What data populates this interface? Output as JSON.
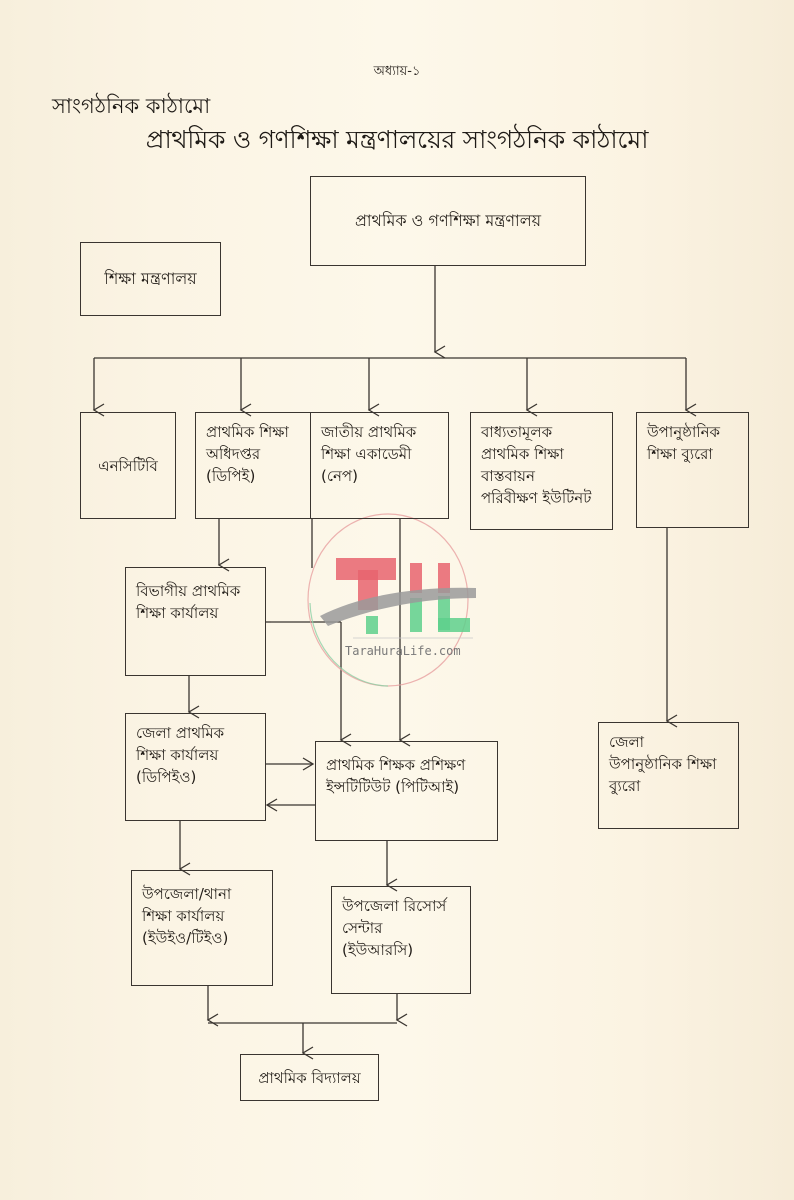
{
  "page": {
    "chapter": "অধ্যায়-১",
    "section_heading": "সাংগঠনিক কাঠামো",
    "diagram_title": "প্রাথমিক ও গণশিক্ষা মন্ত্রণালয়ের সাংগঠনিক কাঠামো"
  },
  "nodes": {
    "ministry_primary": {
      "lines": [
        "প্রাথমিক ও গণশিক্ষা মন্ত্রণালয়"
      ]
    },
    "ministry_education": {
      "lines": [
        "শিক্ষা মন্ত্রণালয়"
      ]
    },
    "nctb": {
      "lines": [
        "এনসিটিবি"
      ]
    },
    "dpe": {
      "lines": [
        "প্রাথমিক শিক্ষা",
        "অধিদপ্তর",
        "(ডিপিই)"
      ]
    },
    "nape": {
      "lines": [
        "জাতীয় প্রাথমিক",
        "শিক্ষা একাডেমী",
        "(নেপ)"
      ]
    },
    "compulsory": {
      "lines": [
        "বাধ্যতামূলক",
        "প্রাথমিক শিক্ষা",
        "বাস্তবায়ন",
        "পরিবীক্ষণ ইউটিনট"
      ]
    },
    "nfe_bureau": {
      "lines": [
        "উপানুষ্ঠানিক",
        "শিক্ষা ব্যুরো"
      ]
    },
    "divisional_office": {
      "lines": [
        "বিভাগীয় প্রাথমিক",
        "শিক্ষা কার্যালয়"
      ]
    },
    "district_office": {
      "lines": [
        "জেলা প্রাথমিক",
        "শিক্ষা কার্যালয়",
        "(ডিপিইও)"
      ]
    },
    "pti": {
      "lines": [
        "প্রাথমিক শিক্ষক প্রশিক্ষণ",
        "ইন্সটিটিউট (পিটিআই)"
      ]
    },
    "district_nfe": {
      "lines": [
        "জেলা",
        "উপানুষ্ঠানিক শিক্ষা",
        "ব্যুরো"
      ]
    },
    "upazila_office": {
      "lines": [
        "উপজেলা/থানা",
        "শিক্ষা কার্যালয়",
        "(ইউইও/টিইও)"
      ]
    },
    "urc": {
      "lines": [
        "উপজেলা রিসোর্স",
        "সেন্টার",
        "(ইউআরসি)"
      ]
    },
    "primary_school": {
      "lines": [
        "প্রাথমিক বিদ্যালয়"
      ]
    }
  },
  "edges": [
    {
      "from": "ministry_primary",
      "to": [
        "nctb",
        "dpe",
        "nape",
        "compulsory",
        "nfe_bureau"
      ]
    },
    {
      "from": "dpe",
      "to": "divisional_office"
    },
    {
      "from": "dpe",
      "to": "pti"
    },
    {
      "from": "nape",
      "to": "pti"
    },
    {
      "from": "divisional_office",
      "to": "district_office"
    },
    {
      "from": "divisional_office",
      "to": "pti"
    },
    {
      "from": "district_office",
      "to": "pti"
    },
    {
      "from": "pti",
      "to": "district_office"
    },
    {
      "from": "district_office",
      "to": "upazila_office"
    },
    {
      "from": "pti",
      "to": "urc"
    },
    {
      "from": "nfe_bureau",
      "to": "district_nfe"
    },
    {
      "from": "upazila_office",
      "to": "primary_school"
    },
    {
      "from": "urc",
      "to": "primary_school"
    }
  ],
  "watermark": {
    "text": "TaraHuraLife.com",
    "colors": {
      "red": "#e8646e",
      "green": "#5ed08c",
      "gray": "#9a9a9a"
    }
  },
  "colors": {
    "paper": "#fbf4e4",
    "ink": "#2a2520"
  }
}
